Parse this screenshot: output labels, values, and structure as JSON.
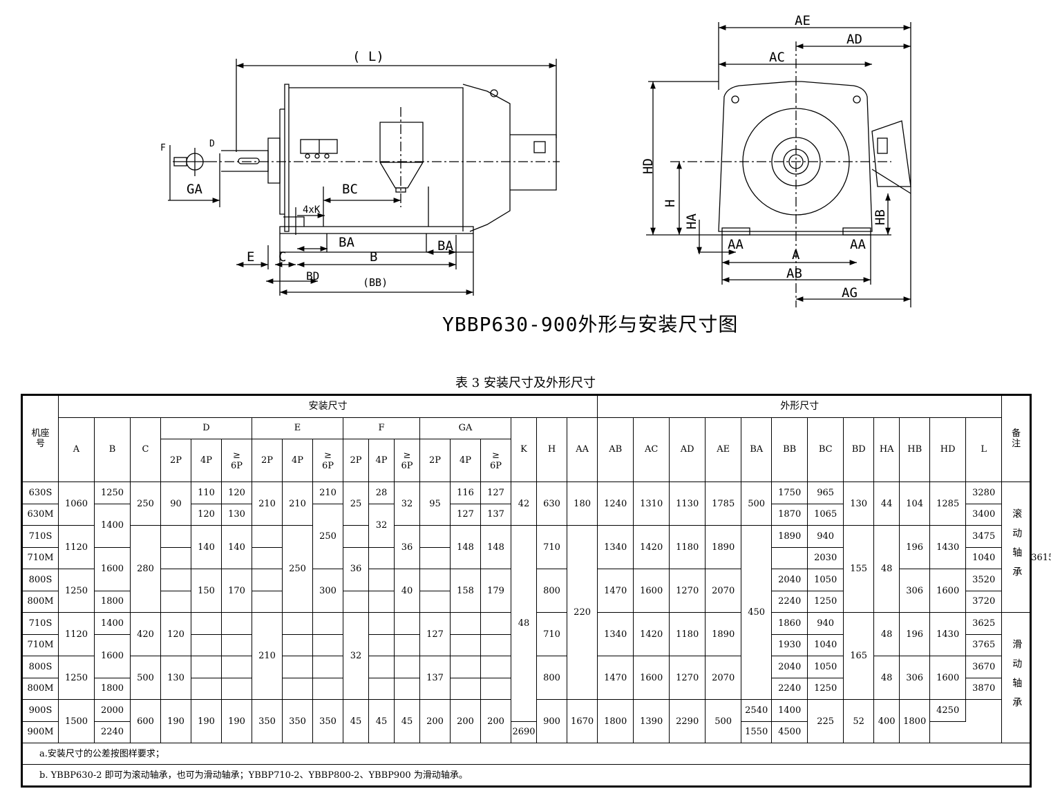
{
  "drawing": {
    "title": "YBBP630-900外形与安装尺寸图",
    "labels": {
      "L": "( L)",
      "AE": "AE",
      "AD": "AD",
      "AC": "AC",
      "HD": "HD",
      "H": "H",
      "HA": "HA",
      "HB": "HB",
      "AA": "AA",
      "A": "A",
      "AB": "AB",
      "AG": "AG",
      "BC": "BC",
      "K4": "4xK",
      "BA": "BA",
      "B": "B",
      "BB": "(BB)",
      "BD": "BD",
      "E": "E",
      "C": "C",
      "GA": "GA",
      "D": "D",
      "F": "F"
    }
  },
  "table": {
    "title": "表 3 安装尺寸及外形尺寸",
    "headers": {
      "frame": "机座号",
      "install": "安装尺寸",
      "outline": "外形尺寸",
      "remark": "备注",
      "A": "A",
      "B": "B",
      "C": "C",
      "D": "D",
      "E": "E",
      "F": "F",
      "GA": "GA",
      "K": "K",
      "H": "H",
      "AA": "AA",
      "AB": "AB",
      "AC": "AC",
      "AD": "AD",
      "AE": "AE",
      "BA": "BA",
      "BB": "BB",
      "BC": "BC",
      "BD": "BD",
      "HA": "HA",
      "HB": "HB",
      "HD": "HD",
      "L": "L",
      "p2": "2P",
      "p4": "4P",
      "p6": "≥ 6P"
    },
    "frames": [
      "630S",
      "630M",
      "710S",
      "710M",
      "800S",
      "800M",
      "710S",
      "710M",
      "800S",
      "800M",
      "900S",
      "900M"
    ],
    "remarks": [
      "滚动轴承",
      "滑动轴承"
    ],
    "values": {
      "A": [
        "1060",
        "1120",
        "1250",
        "1120",
        "1250",
        "1500"
      ],
      "B": [
        "1250",
        "1400",
        "1600",
        "1800",
        "1400",
        "1600",
        "1800",
        "2000",
        "2240"
      ],
      "C": [
        "250",
        "280",
        "420",
        "500",
        "600"
      ],
      "D2": [
        "90",
        "120",
        "130",
        "190"
      ],
      "D4": [
        "110",
        "120",
        "140",
        "150",
        "190"
      ],
      "D6": [
        "120",
        "130",
        "140",
        "170",
        "190"
      ],
      "E2": [
        "210",
        "210",
        "350"
      ],
      "E4": [
        "210",
        "250",
        "350"
      ],
      "E6": [
        "210",
        "250",
        "300",
        "350"
      ],
      "F2": [
        "25",
        "32",
        "45"
      ],
      "F4": [
        "28",
        "32",
        "36",
        "45"
      ],
      "F6": [
        "32",
        "36",
        "40",
        "45"
      ],
      "GA2": [
        "95",
        "127",
        "137",
        "200"
      ],
      "GA4": [
        "116",
        "127",
        "148",
        "158",
        "200"
      ],
      "GA6": [
        "127",
        "137",
        "148",
        "179",
        "200"
      ],
      "K": [
        "42",
        "48"
      ],
      "H": [
        "630",
        "710",
        "800",
        "710",
        "800",
        "900"
      ],
      "AA": [
        "180",
        "220"
      ],
      "AB": [
        "1240",
        "1340",
        "1470",
        "1340",
        "1470",
        "1670"
      ],
      "AC": [
        "1310",
        "1420",
        "1600",
        "1420",
        "1600",
        "1800"
      ],
      "AD": [
        "1130",
        "1180",
        "1270",
        "1180",
        "1270",
        "1390"
      ],
      "AE": [
        "1785",
        "1890",
        "2070",
        "1890",
        "2070",
        "2290"
      ],
      "BA": [
        "500",
        "450",
        "500"
      ],
      "BB": [
        "1750",
        "1870",
        "1890",
        "2030",
        "2040",
        "2240",
        "1860",
        "1930",
        "2040",
        "2240",
        "2540",
        "2690"
      ],
      "BC": [
        "965",
        "1065",
        "940",
        "1040",
        "1050",
        "1250",
        "940",
        "1040",
        "1050",
        "1250",
        "1400",
        "1550"
      ],
      "BD": [
        "130",
        "155",
        "165",
        "225"
      ],
      "HA": [
        "44",
        "48",
        "48",
        "48",
        "52"
      ],
      "HB": [
        "104",
        "196",
        "306",
        "196",
        "306",
        "400"
      ],
      "HD": [
        "1285",
        "1430",
        "1600",
        "1430",
        "1600",
        "1800"
      ],
      "L": [
        "3280",
        "3400",
        "3475",
        "3615",
        "3520",
        "3720",
        "3625",
        "3765",
        "3670",
        "3870",
        "4250",
        "4500"
      ]
    },
    "notes": [
      "a.安装尺寸的公差按图样要求；",
      "b. YBBP630-2 即可为滚动轴承，也可为滑动轴承；YBBP710-2、YBBP800-2、YBBP900 为滑动轴承。"
    ]
  }
}
